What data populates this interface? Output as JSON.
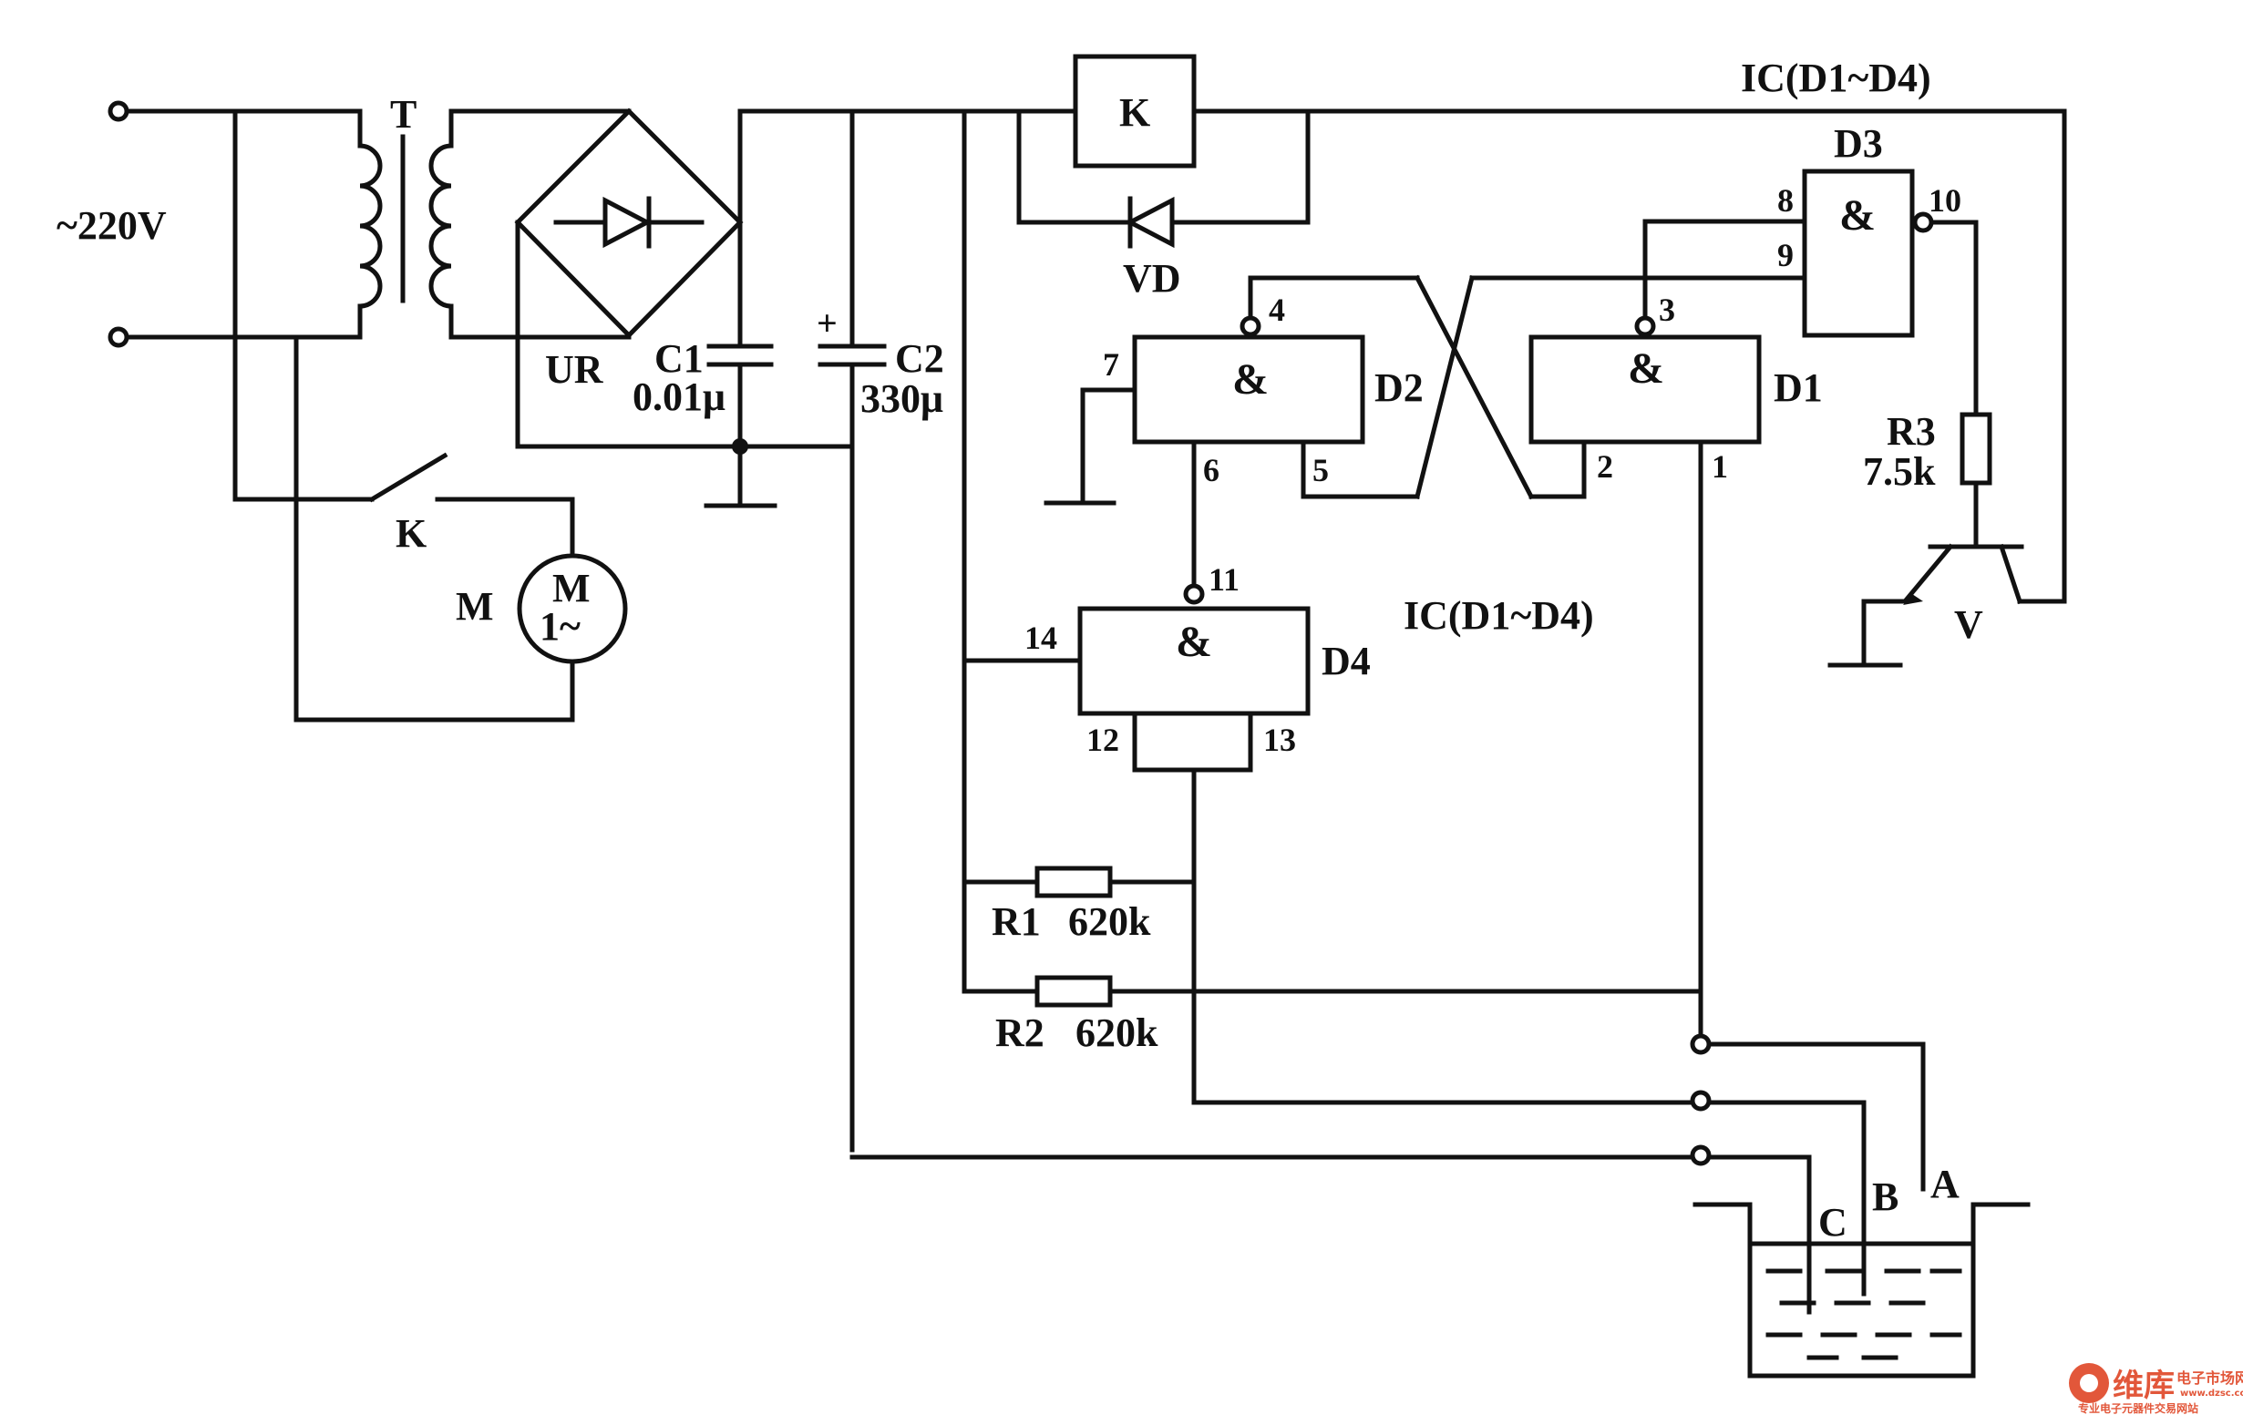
{
  "labels": {
    "supply": "~220V",
    "transformer": "T",
    "bridge": "UR",
    "c1_name": "C1",
    "c1_value": "0.01μ",
    "c2_name": "C2",
    "c2_value": "330μ",
    "c2_polarity": "+",
    "relay": "K",
    "diode": "VD",
    "switch": "K",
    "motor": "M",
    "motor_symbol_top": "M",
    "motor_symbol_bottom": "1~",
    "ic_title": "IC(D1~D4)",
    "ic_title_2": "IC(D1~D4)",
    "r1_name": "R1",
    "r1_value": "620k",
    "r2_name": "R2",
    "r2_value": "620k",
    "r3_name": "R3",
    "r3_value": "7.5k",
    "transistor": "V",
    "probe_a": "A",
    "probe_b": "B",
    "probe_c": "C"
  },
  "gates": {
    "d1": {
      "name": "D1",
      "symbol": "&",
      "pin_in_a": "2",
      "pin_in_b": "1",
      "pin_out": "3"
    },
    "d2": {
      "name": "D2",
      "symbol": "&",
      "pin_vdd": "7",
      "pin_in_a": "6",
      "pin_in_b": "5",
      "pin_out": "4"
    },
    "d3": {
      "name": "D3",
      "symbol": "&",
      "pin_in_a": "8",
      "pin_in_b": "9",
      "pin_out": "10"
    },
    "d4": {
      "name": "D4",
      "symbol": "&",
      "pin_vdd": "14",
      "pin_in_a": "12",
      "pin_in_b": "13",
      "pin_out": "11"
    }
  },
  "watermark": {
    "brand": "维库",
    "sub": "电子市场网",
    "url": "www.dzsc.com",
    "tagline": "专业电子元器件交易网站"
  }
}
